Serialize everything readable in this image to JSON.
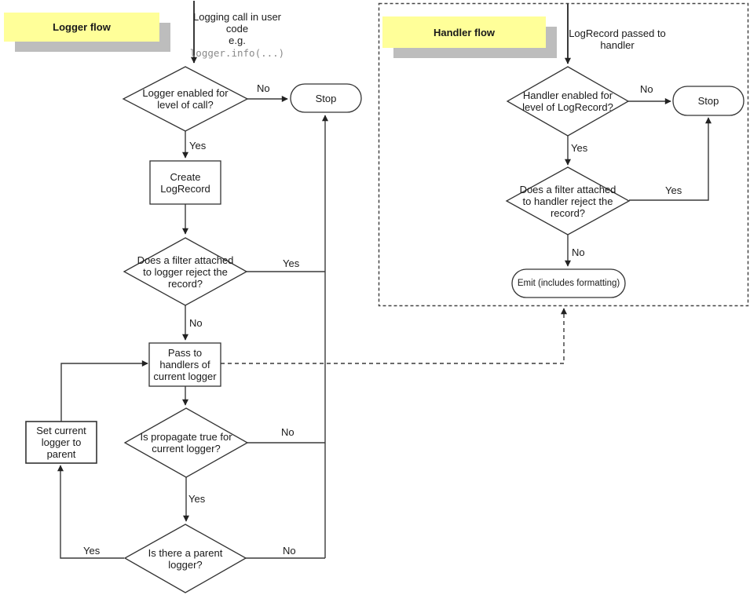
{
  "colors": {
    "note_bg": "#ffff99",
    "note_shadow": "#bdbdbd",
    "line": "#3a3a3a",
    "shape_border": "#333333",
    "code_text": "#8a8a8a",
    "text": "#1a1a1a"
  },
  "logger_flow": {
    "title": "Logger flow",
    "start_text": "Logging call in user\ncode\ne.g.",
    "start_code": "logger.info(...)",
    "nodes": {
      "level_check": "Logger enabled for\nlevel of call?",
      "stop": "Stop",
      "create": "Create\nLogRecord",
      "filter_check": "Does a filter attached\nto logger reject the\nrecord?",
      "pass": "Pass to\nhandlers of\ncurrent logger",
      "propagate_check": "Is propagate true for\ncurrent logger?",
      "parent_check": "Is there a parent\nlogger?",
      "set_parent": "Set current\nlogger to parent"
    },
    "labels": {
      "level_no": "No",
      "level_yes": "Yes",
      "filter_yes": "Yes",
      "filter_no": "No",
      "propagate_no": "No",
      "propagate_yes": "Yes",
      "parent_yes": "Yes",
      "parent_no": "No"
    }
  },
  "handler_flow": {
    "title": "Handler flow",
    "start_text": "LogRecord passed to\nhandler",
    "nodes": {
      "level_check": "Handler enabled for\nlevel of LogRecord?",
      "stop": "Stop",
      "filter_check": "Does a filter attached\nto handler reject the\nrecord?",
      "emit": "Emit (includes formatting)"
    },
    "labels": {
      "level_no": "No",
      "level_yes": "Yes",
      "filter_yes": "Yes",
      "filter_no": "No"
    }
  }
}
